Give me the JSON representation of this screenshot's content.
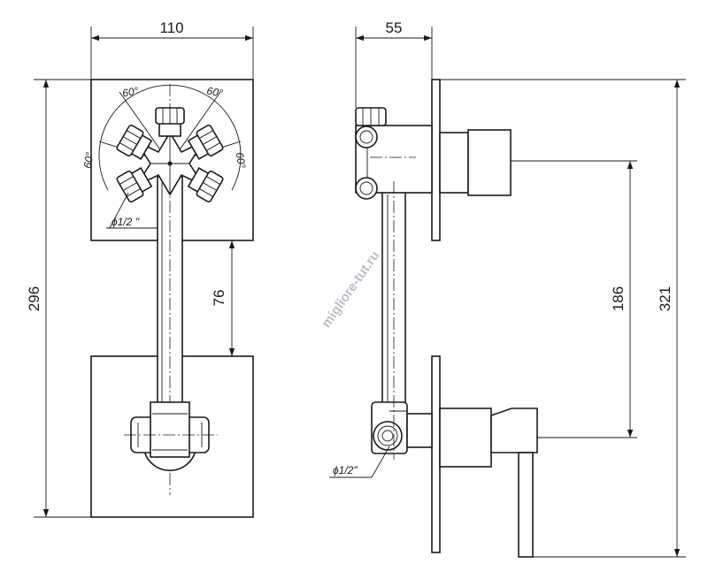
{
  "dimensions": {
    "front_width": "110",
    "side_width": "55",
    "front_height": "296",
    "gap": "76",
    "outlet_spacing": "186",
    "total_height": "321"
  },
  "angles": {
    "top_left": "60°",
    "top_right": "60°",
    "side_left": "60°",
    "side_right": "60°"
  },
  "thread_labels": {
    "front": "ϕ1/2 ''",
    "side": "ϕ1/2\""
  },
  "watermark": "migliore-tut.ru"
}
